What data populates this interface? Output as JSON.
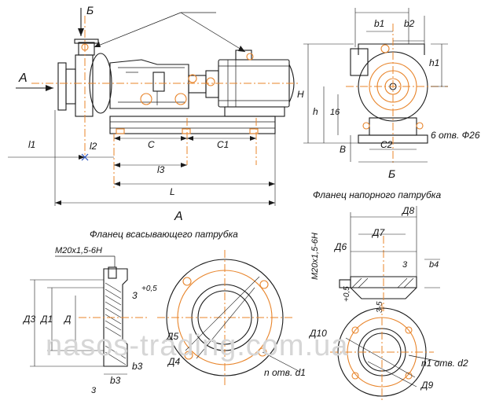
{
  "side_view": {
    "dims": {
      "A": "A",
      "B": "Б",
      "l1": "l1",
      "l2": "l2",
      "C": "C",
      "C1": "C1",
      "l3": "l3",
      "L": "L",
      "A_bottom": "A"
    }
  },
  "front_view": {
    "dims": {
      "b1": "b1",
      "b2": "b2",
      "h1": "h1",
      "H": "H",
      "h": "h",
      "h16": "16",
      "B": "B",
      "C2": "C2",
      "holes": "6 отв. Ф26",
      "B_label": "Б"
    }
  },
  "suction_flange": {
    "title": "Фланец всасывающего патрубка",
    "thread": "M20x1,5-6H",
    "dims": {
      "D3": "Д3",
      "D1": "Д1",
      "D": "Д",
      "three": "3",
      "tol": "+0,5",
      "b3": "b3",
      "b3b": "b3",
      "three_bottom": "3"
    },
    "circle_dims": {
      "D5": "Д5",
      "D4": "Д4",
      "n_holes": "n отв. d1"
    }
  },
  "discharge_flange": {
    "title": "Фланец напорного патрубка",
    "thread": "M20x1,5-6H",
    "dims": {
      "D8": "Д8",
      "D7": "Д7",
      "D6": "Д6",
      "three": "3",
      "b4": "b4",
      "tol": "+0,5",
      "three5": "3-5"
    },
    "circle_dims": {
      "D10": "Д10",
      "D9": "Д9",
      "n_holes": "n1 отв. d2"
    }
  },
  "watermark": "nasos-trading.com.ua"
}
